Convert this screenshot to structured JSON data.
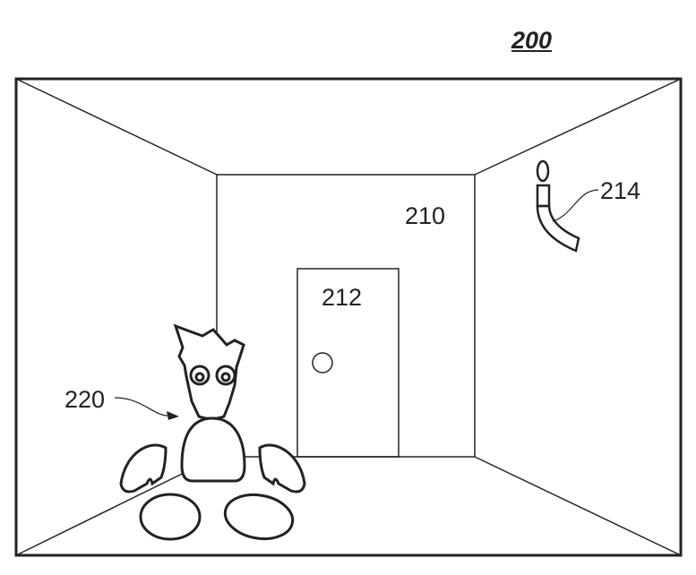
{
  "figure_number": "200",
  "labels": {
    "room": "210",
    "door": "212",
    "wall_device": "214",
    "character": "220"
  },
  "colors": {
    "line": "#222222",
    "background": "#ffffff"
  }
}
